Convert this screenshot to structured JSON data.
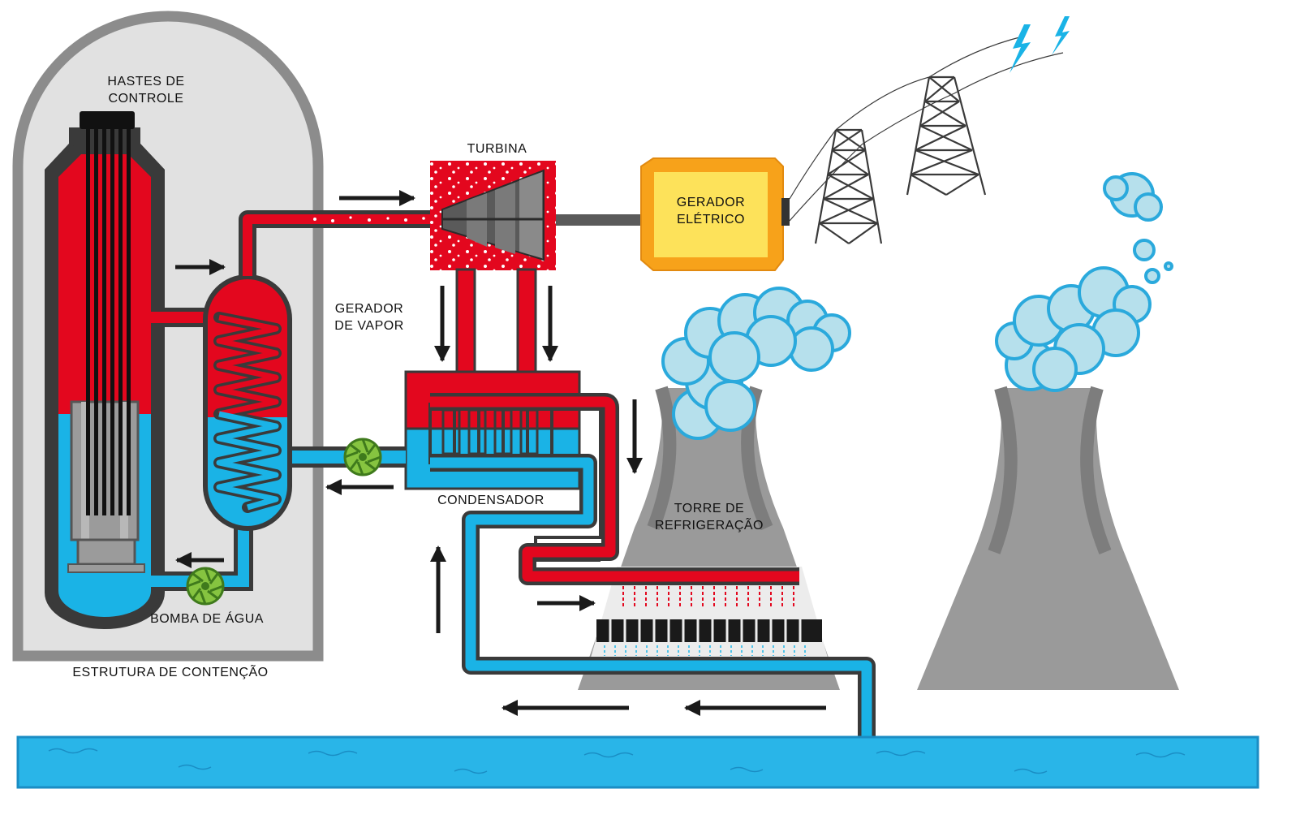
{
  "labels": {
    "control_rods": [
      "HASTES DE",
      "CONTROLE"
    ],
    "turbine": "TURBINA",
    "generator": [
      "GERADOR",
      "ELÉTRICO"
    ],
    "steam_generator": [
      "GERADOR",
      "DE VAPOR"
    ],
    "condenser": "CONDENSADOR",
    "cooling_tower": [
      "TORRE DE",
      "REFRIGERAÇÃO"
    ],
    "water_pump": "BOMBA DE ÁGUA",
    "containment": "ESTRUTURA DE CONTENÇÃO"
  },
  "colors": {
    "hot": "#e3071e",
    "cold": "#1ab3e6",
    "containment_fill": "#e1e1e1",
    "containment_border": "#8c8c8c",
    "tower": "#9a9a9a",
    "generator": "#fde25a",
    "generator_frame": "#f7a21a",
    "steam": "#b6e0ec",
    "river": "#29b5e8",
    "pump": "#86c440"
  }
}
